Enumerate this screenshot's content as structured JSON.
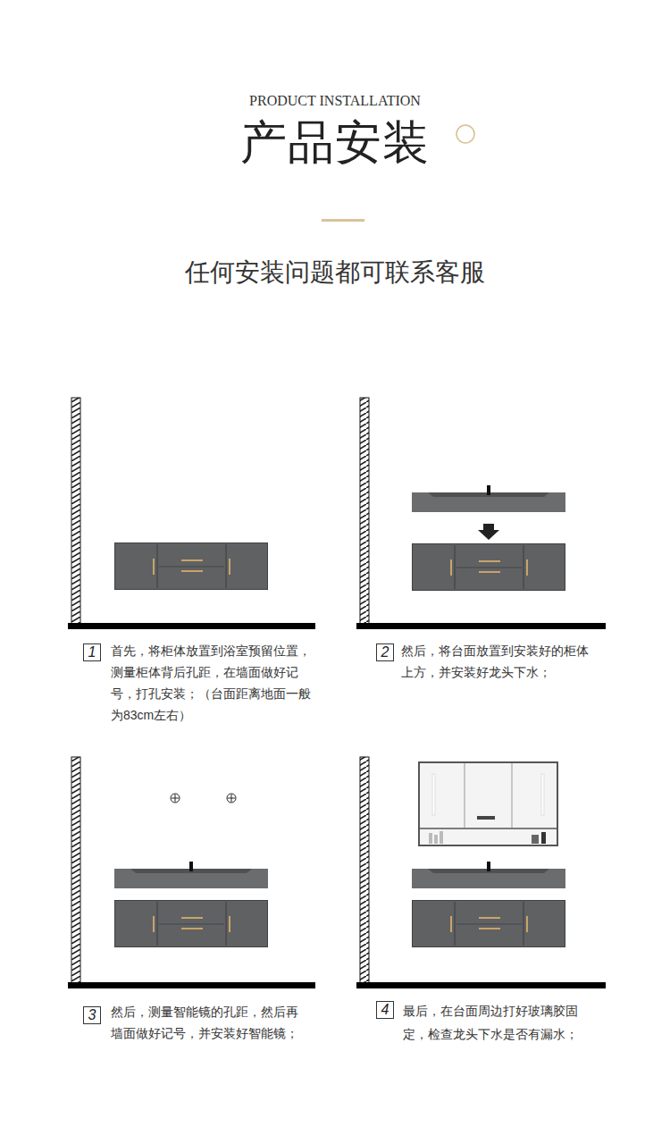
{
  "diagram": {
    "title": "产品安装",
    "nodes": [
      {
        "text": [
          "1"
        ]
      },
      {
        "text": [
          "2"
        ]
      },
      {
        "text": [
          "3"
        ]
      },
      {
        "text": [
          "4"
        ]
      }
    ],
    "labels": [
      "PRODUCT INSTALLATION",
      "任何安装问题都可联系客服",
      "首先，将柜体放置到浴室预留位置，测量柜体背后孔距，在墙面做好记号，打孔安装；（台面距离地面一般为83cm左右）",
      "然后，将台面放置到安装好的柜体上方，并安装好龙头下水；",
      "然后，测量智能镜的孔距，然后再墙面做好记号，并安装好智能镜；",
      "最后，在台面周边打好玻璃胶固定，检查龙头下水是否有漏水；"
    ]
  }
}
